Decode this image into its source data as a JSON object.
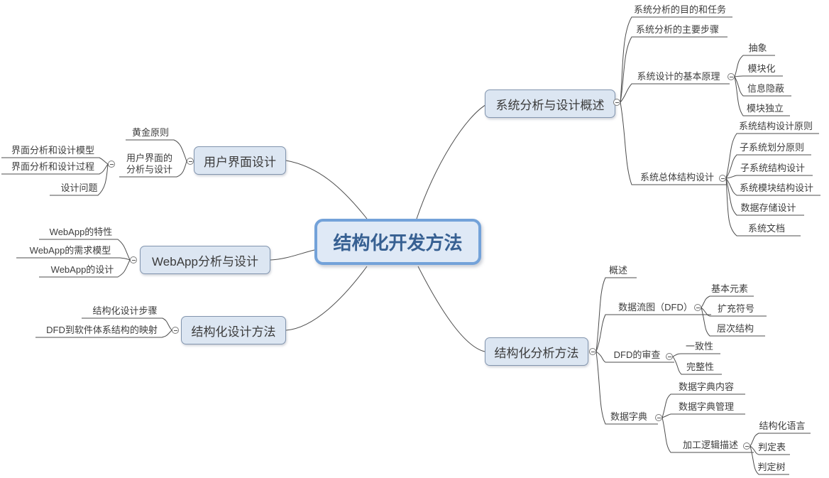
{
  "palette": {
    "center_fill": "#dfe9f6",
    "center_border": "#73a2d9",
    "center_text": "#376092",
    "topic_fill": "#dce6f2",
    "topic_border": "#8295ae",
    "line_color": "#4d4d4d",
    "leaf_text": "#3d3d3d"
  },
  "root": {
    "label": "结构化开发方法"
  },
  "left_branches": [
    {
      "label": "用户界面设计",
      "children": [
        {
          "label": "黄金原则"
        },
        {
          "label": "用户界面的分析与设计",
          "children": [
            {
              "label": "界面分析和设计模型"
            },
            {
              "label": "界面分析和设计过程"
            },
            {
              "label": "设计问题"
            }
          ]
        }
      ]
    },
    {
      "label": "WebApp分析与设计",
      "children": [
        {
          "label": "WebApp的特性"
        },
        {
          "label": "WebApp的需求模型"
        },
        {
          "label": "WebApp的设计"
        }
      ]
    },
    {
      "label": "结构化设计方法",
      "children": [
        {
          "label": "结构化设计步骤"
        },
        {
          "label": "DFD到软件体系结构的映射"
        }
      ]
    }
  ],
  "right_branches": [
    {
      "label": "系统分析与设计概述",
      "children": [
        {
          "label": "系统分析的目的和任务"
        },
        {
          "label": "系统分析的主要步骤"
        },
        {
          "label": "系统设计的基本原理",
          "children": [
            {
              "label": "抽象"
            },
            {
              "label": "模块化"
            },
            {
              "label": "信息隐蔽"
            },
            {
              "label": "模块独立"
            }
          ]
        },
        {
          "label": "系统总体结构设计",
          "children": [
            {
              "label": "系统结构设计原则"
            },
            {
              "label": "子系统划分原则"
            },
            {
              "label": "子系统结构设计"
            },
            {
              "label": "系统模块结构设计"
            },
            {
              "label": "数据存储设计"
            },
            {
              "label": "系统文档"
            }
          ]
        }
      ]
    },
    {
      "label": "结构化分析方法",
      "children": [
        {
          "label": "概述"
        },
        {
          "label": "数据流图（DFD）",
          "children": [
            {
              "label": "基本元素"
            },
            {
              "label": "扩充符号"
            },
            {
              "label": "层次结构"
            }
          ]
        },
        {
          "label": "DFD的审查",
          "children": [
            {
              "label": "一致性"
            },
            {
              "label": "完整性"
            }
          ]
        },
        {
          "label": "数据字典",
          "children": [
            {
              "label": "数据字典内容"
            },
            {
              "label": "数据字典管理"
            },
            {
              "label": "加工逻辑描述",
              "children": [
                {
                  "label": "结构化语言"
                },
                {
                  "label": "判定表"
                },
                {
                  "label": "判定树"
                }
              ]
            }
          ]
        }
      ]
    }
  ]
}
